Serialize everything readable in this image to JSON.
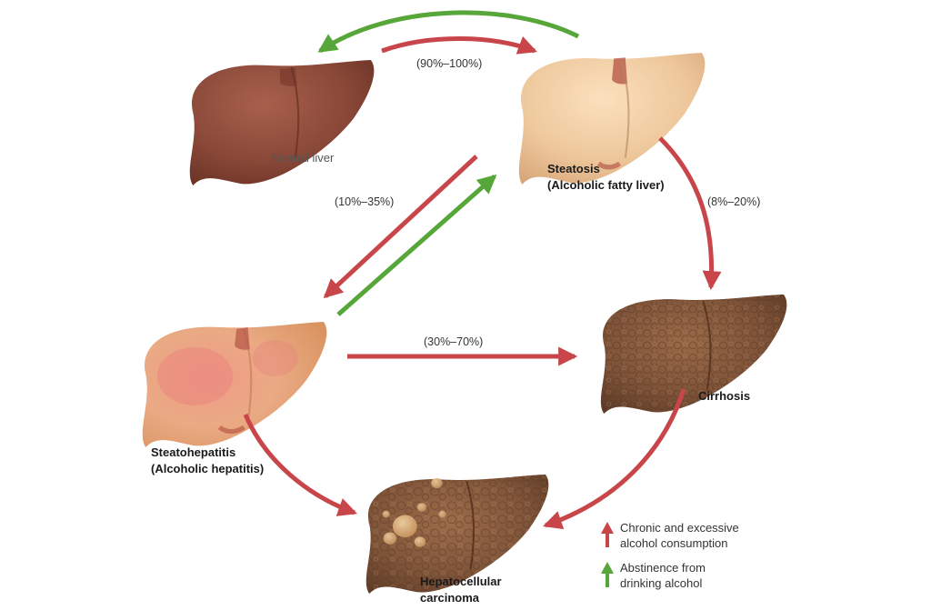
{
  "colors": {
    "progression_arrow": "#c8454a",
    "regression_arrow": "#57a639",
    "normal_liver": "#8c4a3a",
    "fatty_liver": "#eec79b",
    "hepatitis_liver": "#e9a77f",
    "cirrhosis_liver": "#7b5238",
    "carcinoma_liver": "#7e5439"
  },
  "stages": {
    "normal": {
      "label": "Normal liver"
    },
    "steatosis": {
      "label_line1": "Steatosis",
      "label_line2": "(Alcoholic fatty liver)"
    },
    "steatohepatitis": {
      "label_line1": "Steatohepatitis",
      "label_line2": "(Alcoholic hepatitis)"
    },
    "cirrhosis": {
      "label": "Cirrhosis"
    },
    "carcinoma": {
      "label_line1": "Hepatocellular",
      "label_line2": "carcinoma"
    }
  },
  "transitions": {
    "normal_to_steatosis": "(90%–100%)",
    "steatosis_to_steatohepatitis": "(10%–35%)",
    "steatosis_to_cirrhosis": "(8%–20%)",
    "steatohepatitis_to_cirrhosis": "(30%–70%)"
  },
  "legend": {
    "red": {
      "icon": "up-arrow-red",
      "line1": "Chronic and excessive",
      "line2": "alcohol consumption"
    },
    "green": {
      "icon": "up-arrow-green",
      "line1": "Abstinence from",
      "line2": "drinking alcohol"
    }
  }
}
